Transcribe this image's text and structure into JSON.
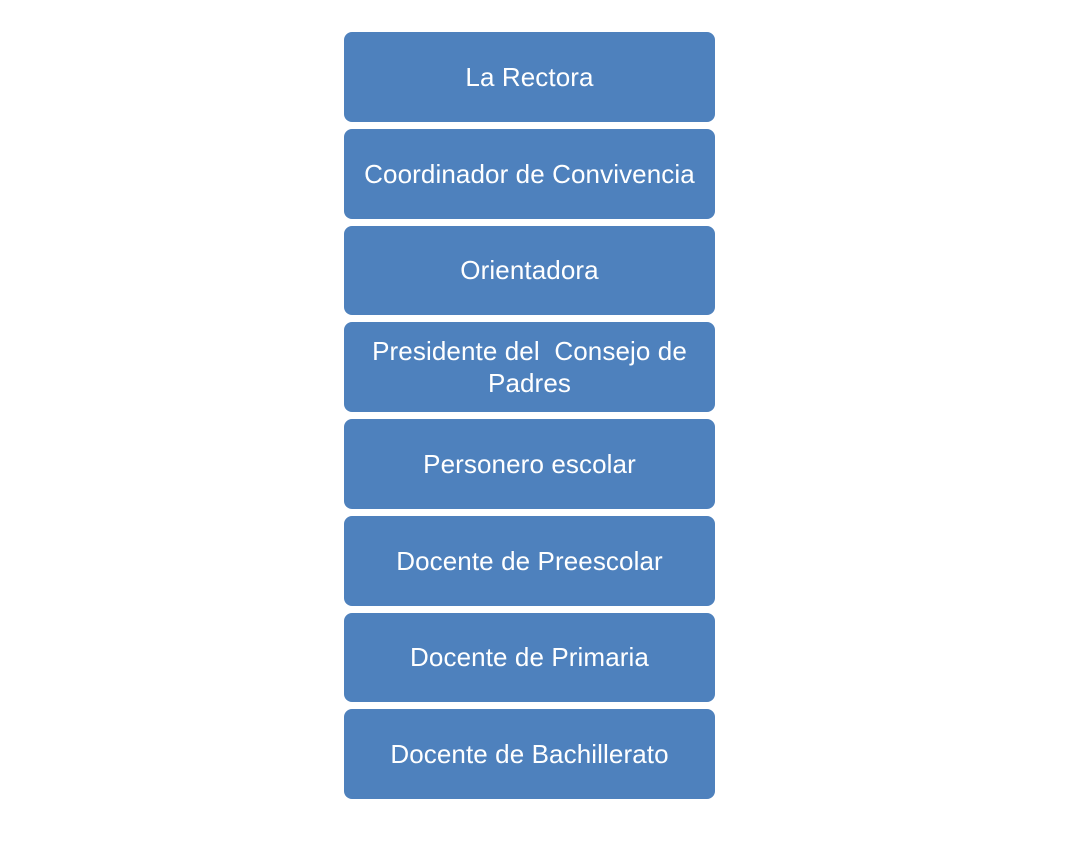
{
  "diagram": {
    "type": "vertical-list",
    "background_color": "#FFFFFF",
    "node_fill_color": "#4E81BD",
    "node_text_color": "#FFFFFF",
    "nodes": [
      {
        "label": "La Rectora"
      },
      {
        "label": "Coordinador de Convivencia"
      },
      {
        "label": "Orientadora"
      },
      {
        "label": "Presidente del  Consejo de Padres"
      },
      {
        "label": "Personero escolar"
      },
      {
        "label": "Docente de Preescolar"
      },
      {
        "label": "Docente de Primaria"
      },
      {
        "label": "Docente de Bachillerato"
      }
    ]
  }
}
